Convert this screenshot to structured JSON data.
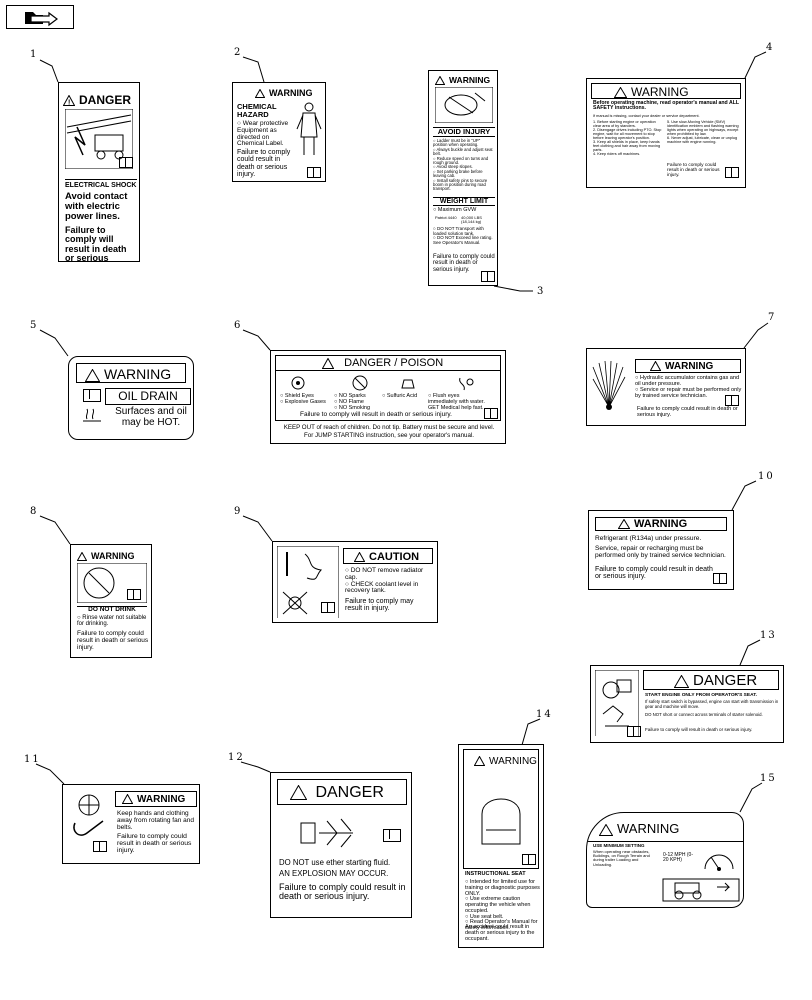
{
  "callouts": [
    "1",
    "2",
    "3",
    "4",
    "5",
    "6",
    "7",
    "8",
    "9",
    "10",
    "11",
    "12",
    "13",
    "14",
    "15"
  ],
  "decal1": {
    "header": "DANGER",
    "title": "ELECTRICAL SHOCK",
    "bullet": "Avoid contact with electric power lines.",
    "footer": "Failure to comply will result in death or serious injury."
  },
  "decal2": {
    "header": "WARNING",
    "title": "CHEMICAL HAZARD",
    "bullet": "Wear protective Equipment as directed on Chemical Label.",
    "footer": "Failure to comply could result in death or serious injury."
  },
  "decal3": {
    "header": "WARNING",
    "title": "AVOID INJURY",
    "bullets": [
      "Ladder must be in \"UP\" position when operating.",
      "Always buckle and adjust seat belt.",
      "Reduce speed on turns and rough ground.",
      "Avoid steep slopes.",
      "Set parking brake before leaving cab.",
      "Install safety pins to secure boom in position during road transport."
    ],
    "title2": "WEIGHT LIMIT",
    "gvw_label": "Maximum GVW",
    "specs": [
      "Patriot 4440",
      "40,000 LBS (18,144 kg)"
    ],
    "bullets2": [
      "DO NOT Transport with loaded solution tank.",
      "DO NOT Exceed line rating."
    ],
    "see": "See Operator's Manual.",
    "footer": "Failure to comply could result in death or serious injury."
  },
  "decal4": {
    "header": "WARNING",
    "intro": "Before operating machine, read operator's manual and ALL SAFETY instructions.",
    "note": "If manual is missing, contact your dealer or service department.",
    "left_items": [
      "1. Before starting engine or operation clear area of by standers.",
      "2. Disengage drives including PTO. Stop engine, wait for all movement to stop before leaving operator's position.",
      "3. Keep all shields in place, keep hands feet clothing and hair away from moving parts.",
      "4. Keep riders off machines."
    ],
    "right_items": [
      "5. Use slow-Moving Vehicle (SMV) identification emblem and flashing warning lights when operating on highways, except when prohibited by law.",
      "6. Never adjust, lubricate, clean or unplug machine with engine running."
    ],
    "footer": "Failure to comply could result in death or serious injury."
  },
  "decal5": {
    "header": "WARNING",
    "title": "OIL DRAIN",
    "text": "Surfaces and oil may be HOT."
  },
  "decal6": {
    "header": "DANGER / POISON",
    "c1": [
      "Shield Eyes",
      "Explosive Gases"
    ],
    "c2": [
      "NO Sparks",
      "NO Flame",
      "NO Smoking"
    ],
    "c3": [
      "Sulfuric Acid"
    ],
    "c4": [
      "Flush eyes immediately with water.",
      "GET Medical help fast."
    ],
    "footer": "Failure to comply will result in death or serious injury.",
    "keep1": "KEEP OUT of reach of children. Do not tip. Battery must be secure and level.",
    "keep2": "For JUMP STARTING instruction, see your operator's manual."
  },
  "decal7": {
    "header": "WARNING",
    "bullets": [
      "Hydraulic accumulator contains gas and oil under pressure.",
      "Service or repair must be performed only by trained service technician."
    ],
    "footer": "Failure to comply could result in death or serious injury."
  },
  "decal8": {
    "header": "WARNING",
    "title": "DO NOT DRINK",
    "bullet": "Rinse water not suitable for drinking.",
    "footer": "Failure to comply could result in death or serious injury."
  },
  "decal9": {
    "header": "CAUTION",
    "bullets": [
      "DO NOT remove radiator cap.",
      "CHECK coolant level in recovery tank."
    ],
    "footer": "Failure to comply may result in injury."
  },
  "decal10": {
    "header": "WARNING",
    "l1": "Refrigerant (R134a) under pressure.",
    "l2": "Service, repair or recharging must be performed only by trained service technician.",
    "footer": "Failure to comply could result in death or serious injury."
  },
  "decal11": {
    "header": "WARNING",
    "text": "Keep hands and clothing away from rotating fan and belts.",
    "footer": "Failure to comply could result in death or serious injury."
  },
  "decal12": {
    "header": "DANGER",
    "l1": "DO NOT use ether starting fluid.",
    "l2": "AN EXPLOSION MAY OCCUR.",
    "footer": "Failure to comply could result in death or serious injury."
  },
  "decal13": {
    "header": "DANGER",
    "l1": "START ENGINE ONLY FROM OPERATOR'S SEAT.",
    "l2": "If safety start switch is bypassed, engine can start with transmission in gear and machine will move.",
    "l3": "DO NOT short or connect across terminals of starter solenoid.",
    "footer": "Failure to comply will result in death or serious injury."
  },
  "decal14": {
    "header": "WARNING",
    "title": "INSTRUCTIONAL SEAT",
    "bullets": [
      "Intended for limited use for training or diagnostic purposes ONLY.",
      "Use extreme caution operating the vehicle when occupied.",
      "Use seat belt.",
      "Read Operator's Manual for safety information."
    ],
    "footer": "An accident could result in death or serious injury to the occupant."
  },
  "decal15": {
    "header": "WARNING",
    "title": "USE MINIMUM SETTING",
    "text": "When operating near obstacles, Buildings, on Rough Terrain and during trailer Loading and Unloading.",
    "speed": "0-12 MPH (0-20 KPH)"
  }
}
